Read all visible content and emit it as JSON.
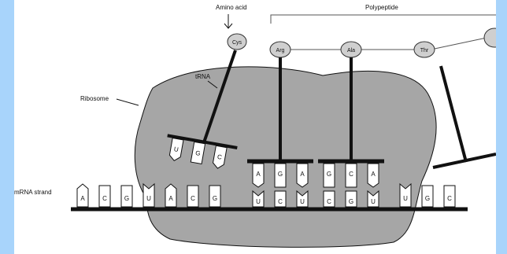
{
  "labels": {
    "amino_acid": "Amino acid",
    "polypeptide": "Polypeptide",
    "trna": "tRNA",
    "ribosome": "Ribosome",
    "mrna_strand": "mRNA strand"
  },
  "amino_acids": [
    "Cys",
    "Arg",
    "Ala",
    "Thr"
  ],
  "incoming_trna_anticodon": [
    "U",
    "G",
    "C"
  ],
  "trna_a_anticodon": [
    "A",
    "G",
    "A"
  ],
  "trna_b_anticodon": [
    "G",
    "C",
    "A"
  ],
  "mrna_codons": [
    "A",
    "C",
    "G",
    "U",
    "A",
    "C",
    "G",
    "U",
    "C",
    "U",
    "C",
    "G",
    "U",
    "U",
    "G",
    "C"
  ],
  "colors": {
    "backdrop": "#a8d4fb",
    "ribosome": "#a6a6a6",
    "stroke": "#111111"
  }
}
